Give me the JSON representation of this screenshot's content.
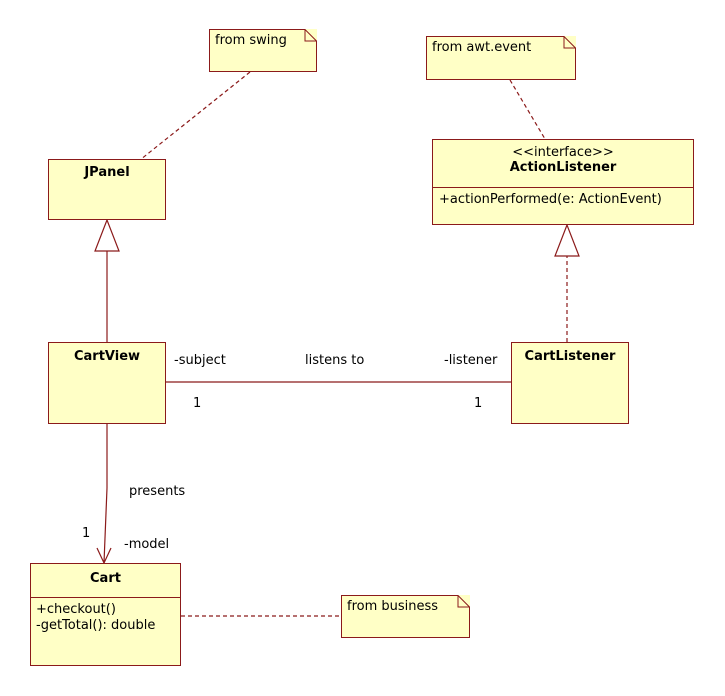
{
  "classes": {
    "jpanel": {
      "name": "JPanel"
    },
    "action_listener": {
      "stereotype": "<<interface>>",
      "name": "ActionListener",
      "operations": [
        "+actionPerformed(e: ActionEvent)"
      ]
    },
    "cart_view": {
      "name": "CartView"
    },
    "cart_listener": {
      "name": "CartListener"
    },
    "cart": {
      "name": "Cart",
      "operations": [
        "+checkout()",
        "-getTotal(): double"
      ]
    }
  },
  "notes": {
    "swing": "from swing",
    "awt": "from awt.event",
    "business": "from business"
  },
  "associations": {
    "listens": {
      "label": "listens to",
      "source_role": "-subject",
      "source_mult": "1",
      "target_role": "-listener",
      "target_mult": "1"
    },
    "presents": {
      "label": "presents",
      "target_role": "-model",
      "target_mult": "1"
    }
  },
  "colors": {
    "fill": "#ffffc6",
    "stroke": "#8b1a1a"
  }
}
